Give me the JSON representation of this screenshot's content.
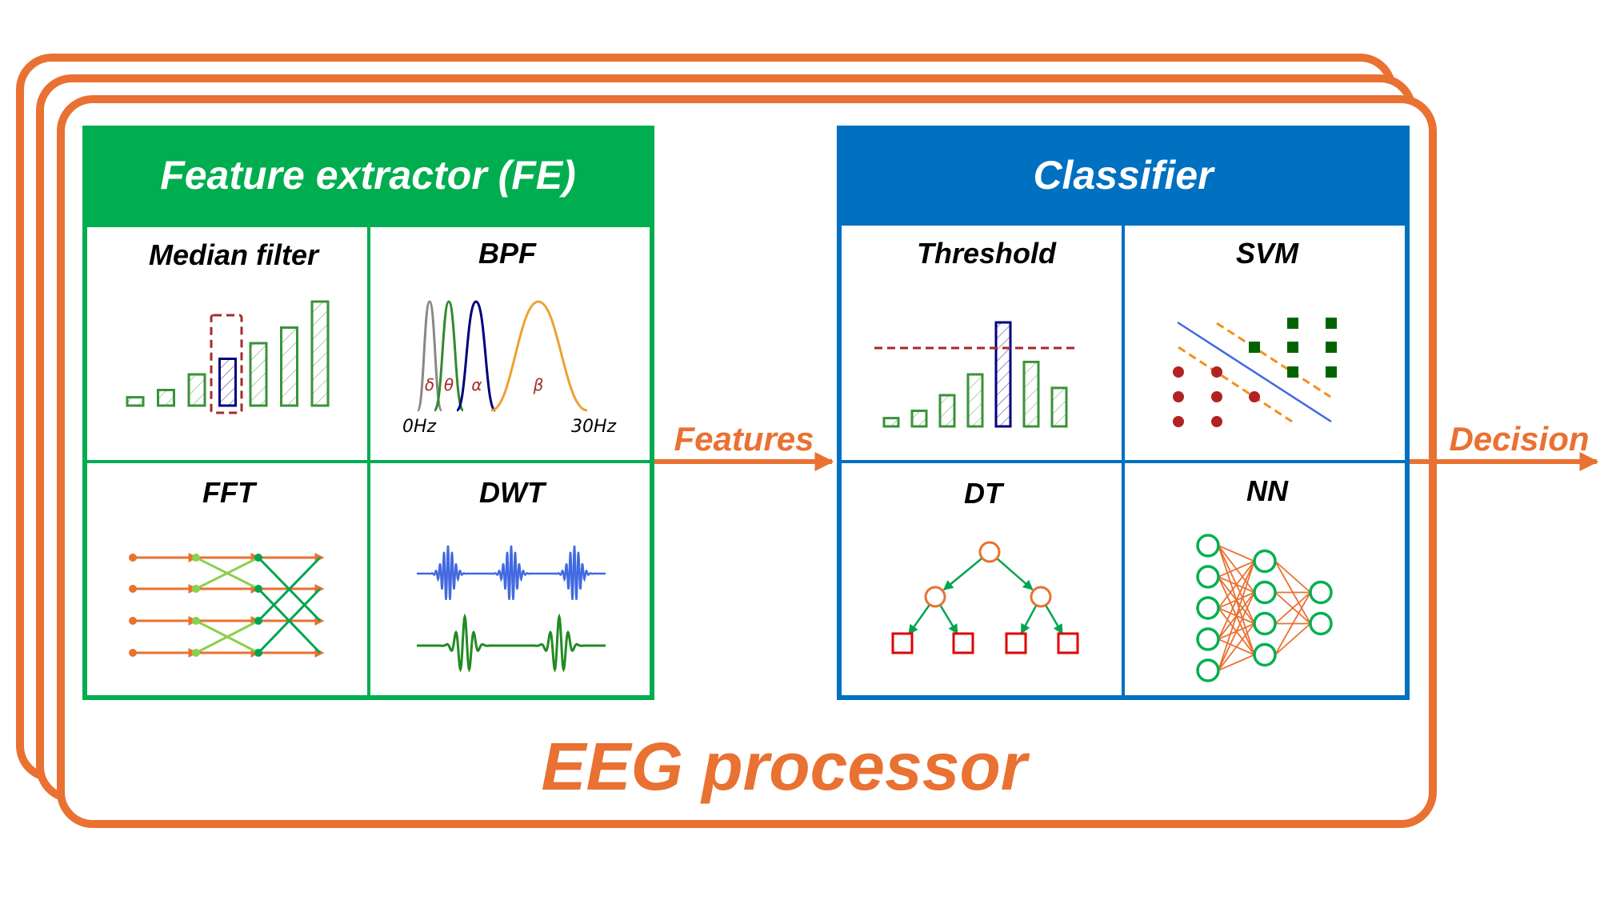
{
  "colors": {
    "frame_orange": "#E97132",
    "fe_green": "#00AD4F",
    "classifier_blue": "#0070C0",
    "bar_green": "#3A923A",
    "bar_blue": "#000080",
    "dashed_red": "#A52A2A",
    "nn_node_green": "#00B050",
    "dt_leaf_red": "#E00000",
    "svm_square_green": "#006400",
    "svm_circle_red": "#B22222",
    "svm_line_blue": "#4169E1",
    "svm_margin_orange": "#F39019",
    "wavelet_blue": "#4169E1",
    "wavelet_green": "#228B22",
    "fft_orange": "#E97132",
    "fft_light_green": "#8BD04C",
    "fft_dark_green": "#00A550",
    "bpf_gray": "#888888",
    "bpf_green": "#2E8B2E",
    "bpf_navy": "#000080",
    "bpf_orange": "#F0A030"
  },
  "system": {
    "title": "EEG processor",
    "stack_count": 3
  },
  "feature_extractor": {
    "title": "Feature extractor (FE)",
    "cells": [
      {
        "id": "median",
        "label": "Median filter"
      },
      {
        "id": "bpf",
        "label": "BPF"
      },
      {
        "id": "fft",
        "label": "FFT"
      },
      {
        "id": "dwt",
        "label": "DWT"
      }
    ],
    "median_bars": [
      0.08,
      0.15,
      0.3,
      0.45,
      0.6,
      0.75,
      1.0
    ],
    "median_window_index": 3,
    "bpf": {
      "bands": [
        {
          "symbol": "δ",
          "name": "delta"
        },
        {
          "symbol": "θ",
          "name": "theta"
        },
        {
          "symbol": "α",
          "name": "alpha"
        },
        {
          "symbol": "β",
          "name": "beta"
        }
      ],
      "axis_start": "0Hz",
      "axis_end": "30Hz"
    }
  },
  "classifier": {
    "title": "Classifier",
    "cells": [
      {
        "id": "threshold",
        "label": "Threshold"
      },
      {
        "id": "svm",
        "label": "SVM"
      },
      {
        "id": "dt",
        "label": "DT"
      },
      {
        "id": "nn",
        "label": "NN"
      }
    ],
    "threshold_bars": [
      0.08,
      0.15,
      0.3,
      0.5,
      1.0,
      0.62,
      0.37
    ],
    "threshold_level": 0.75,
    "threshold_highlight_index": 4,
    "nn_layers": [
      5,
      4,
      2
    ]
  },
  "arrows": {
    "features_label": "Features",
    "decision_label": "Decision"
  }
}
